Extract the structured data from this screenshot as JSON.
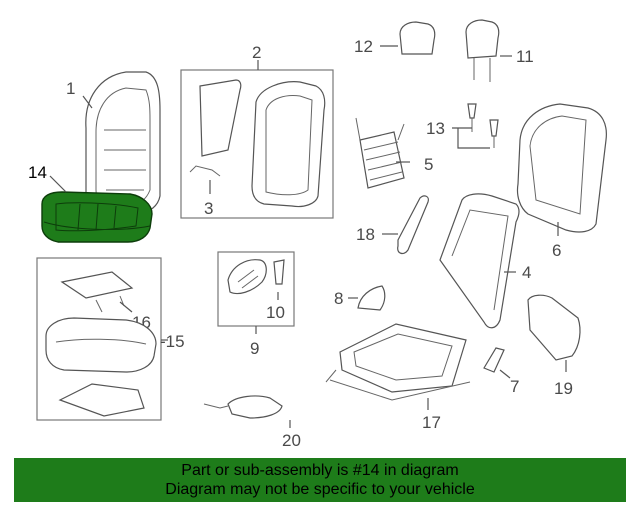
{
  "diagram": {
    "highlight_color": "#1e7c1a",
    "callouts": {
      "c1": "1",
      "c2": "2",
      "c3": "3",
      "c4": "4",
      "c5": "5",
      "c6": "6",
      "c7": "7",
      "c8": "8",
      "c9": "9",
      "c10": "10",
      "c11": "11",
      "c12": "12",
      "c13": "13",
      "c14": "14",
      "c15": "-15",
      "c16": "16",
      "c17": "17",
      "c18": "18",
      "c19": "19",
      "c20": "20"
    }
  },
  "banner": {
    "line1": "Part or sub-assembly is #14 in diagram",
    "line2": "Diagram may not be specific to your vehicle",
    "background": "#1e7c1a"
  }
}
